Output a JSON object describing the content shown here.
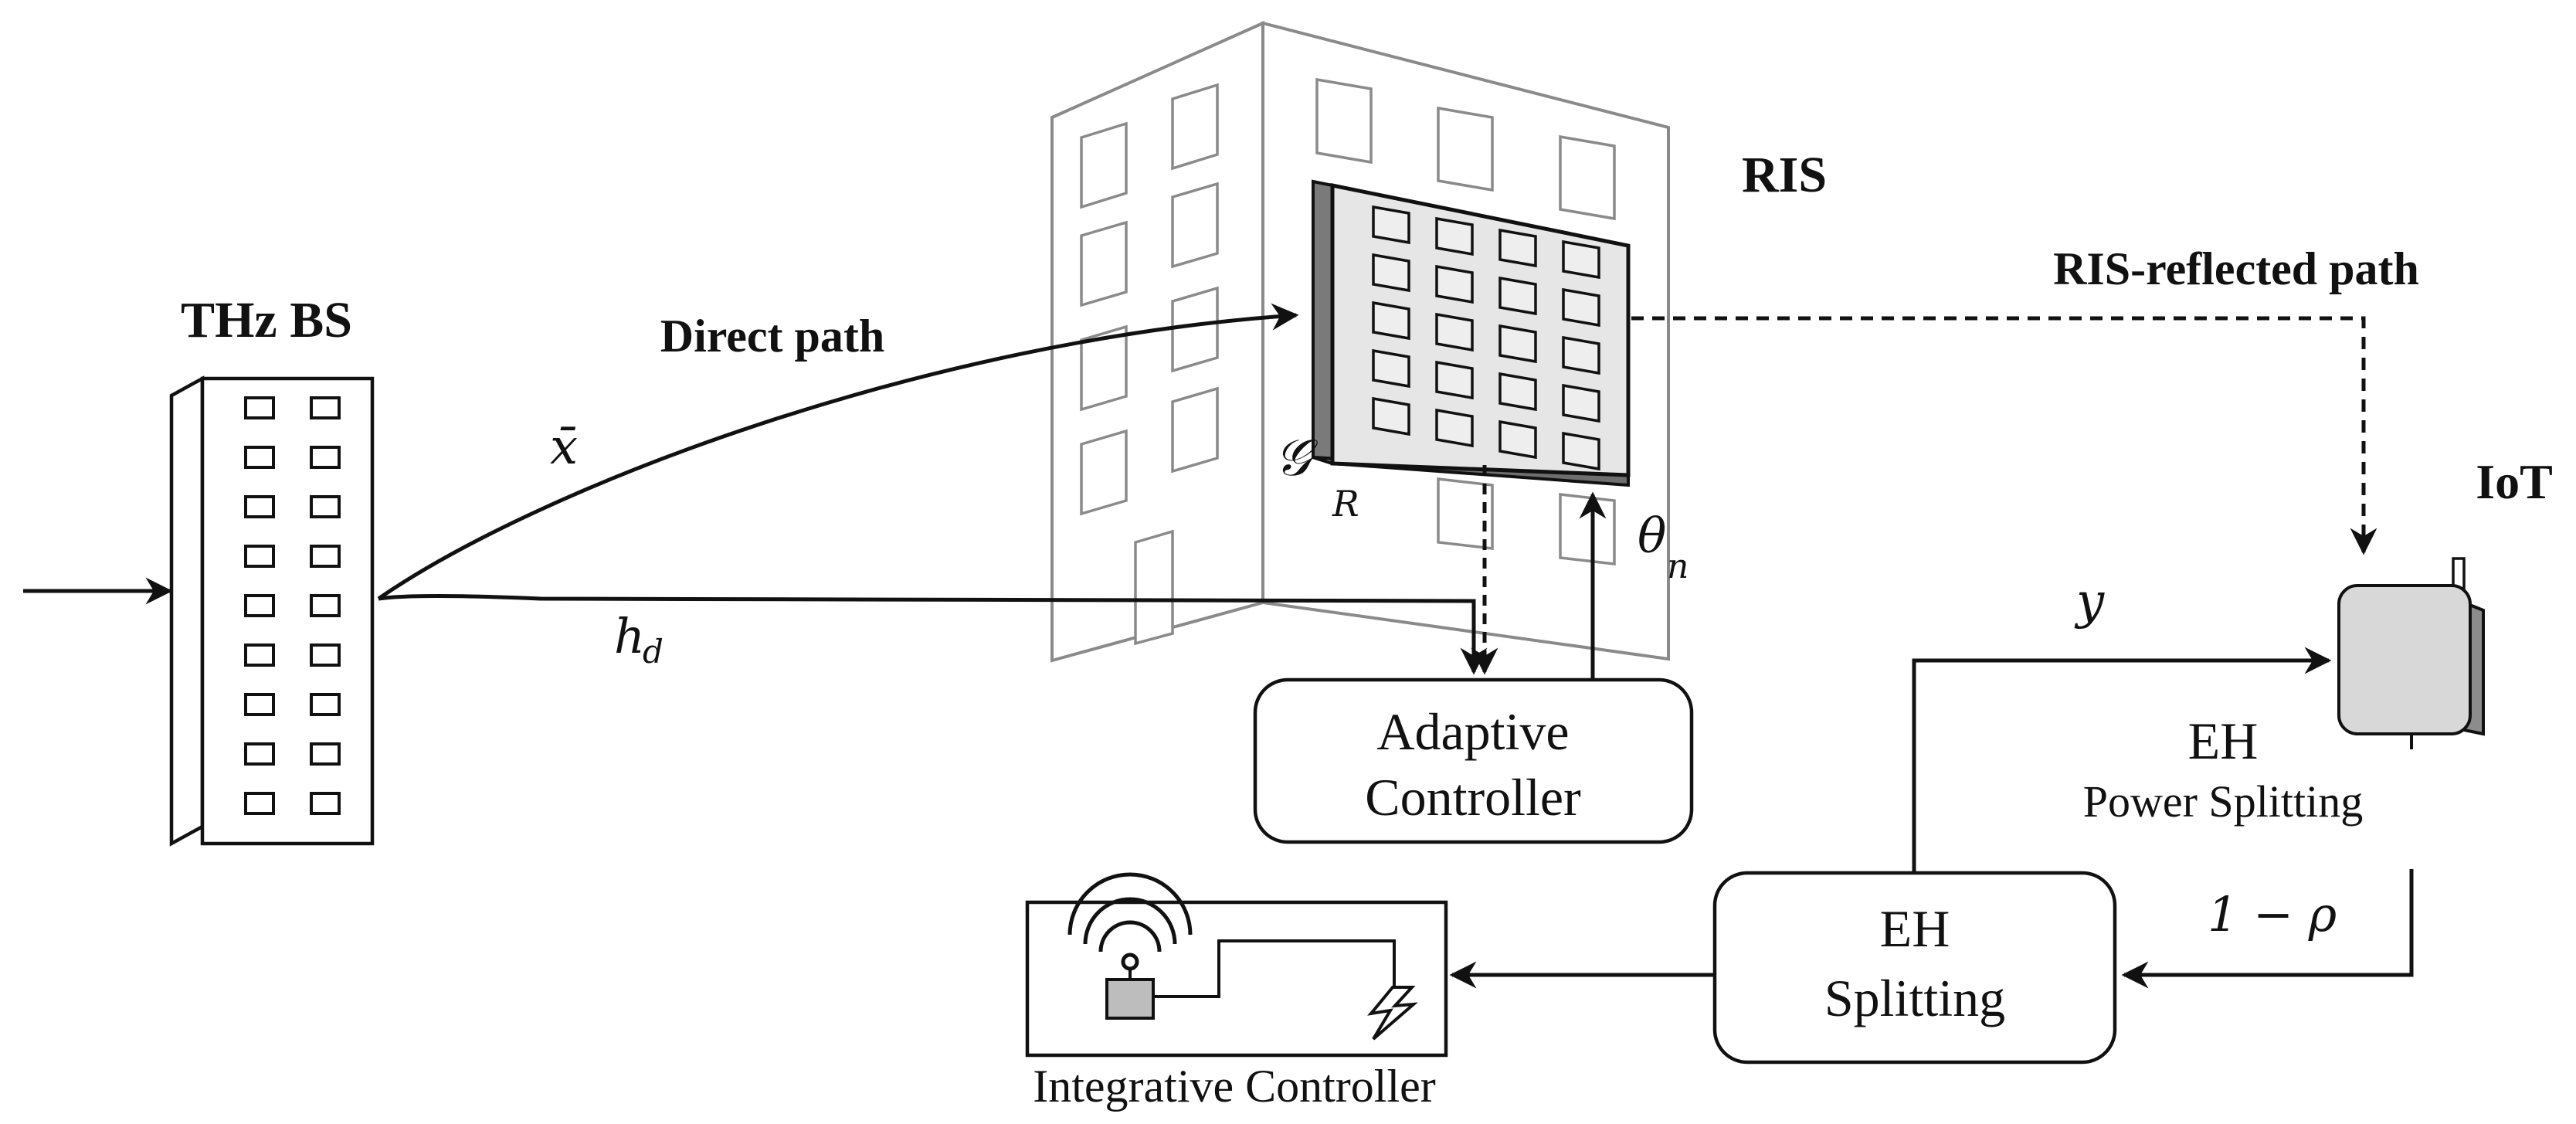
{
  "labels": {
    "thz_bs": "THz BS",
    "direct_path": "Direct path",
    "ris": "RIS",
    "ris_reflected_path": "RIS-reflected path",
    "iot": "IoT",
    "adaptive_controller_line1": "Adaptive",
    "adaptive_controller_line2": "Controller",
    "eh_power_splitting_line1": "EH",
    "eh_power_splitting_line2": "Power Splitting",
    "eh_splitting_line1": "EH",
    "eh_splitting_line2": "Splitting",
    "integrative_controller": "Integrative Controller"
  },
  "symbols": {
    "x_bar": "x̄",
    "h_d": "h",
    "h_d_sub": "d",
    "g_r": "𝒢",
    "g_r_sub": "R",
    "theta_n": "θ",
    "theta_n_sub": "n",
    "y": "y",
    "one_minus_rho": "1 − ρ"
  },
  "colors": {
    "stroke": "#111111",
    "building": "#8a8a8a",
    "ris_panel": "#e6e6e6",
    "ris_side": "#7a7a7a",
    "device_body": "#d8d8d8",
    "device_side": "#8c8c8c"
  }
}
